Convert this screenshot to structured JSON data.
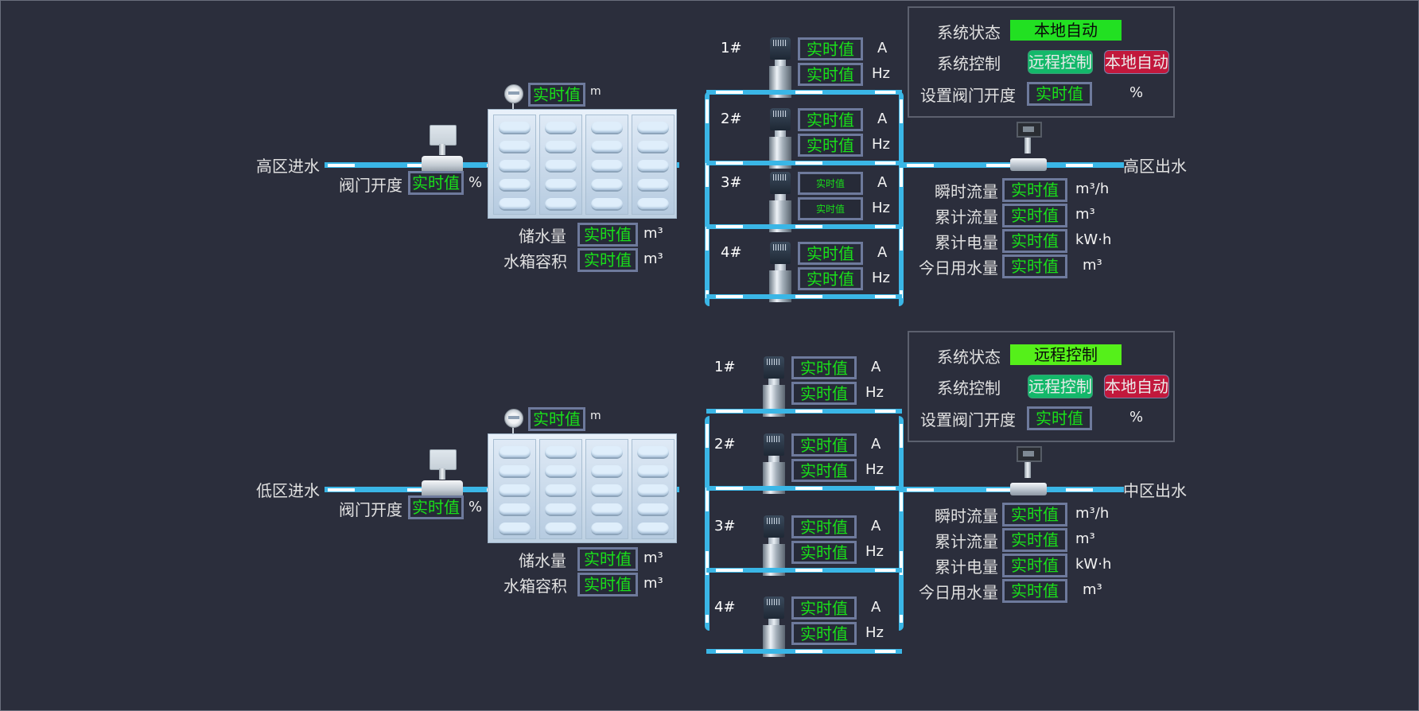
{
  "zones": [
    {
      "inlet_label": "高区进水",
      "outlet_label": "高区出水",
      "valve": {
        "label": "阀门开度",
        "value": "实时值",
        "unit": "%"
      },
      "tank": {
        "level": {
          "value": "实时值",
          "unit": "m"
        },
        "storage": {
          "label": "储水量",
          "value": "实时值",
          "unit": "m³"
        },
        "volume": {
          "label": "水箱容积",
          "value": "实时值",
          "unit": "m³"
        }
      },
      "pumps": [
        {
          "name": "1#",
          "current": "实时值",
          "current_unit": "A",
          "freq": "实时值",
          "freq_unit": "Hz"
        },
        {
          "name": "2#",
          "current": "实时值",
          "current_unit": "A",
          "freq": "实时值",
          "freq_unit": "Hz"
        },
        {
          "name": "3#",
          "current": "实时值",
          "current_unit": "A",
          "freq": "实时值",
          "freq_unit": "Hz"
        },
        {
          "name": "4#",
          "current": "实时值",
          "current_unit": "A",
          "freq": "实时值",
          "freq_unit": "Hz"
        }
      ],
      "panel": {
        "status_label": "系统状态",
        "status_value": "本地自动",
        "control_label": "系统控制",
        "remote_btn": "远程控制",
        "local_btn": "本地自动",
        "valve_set_label": "设置阀门开度",
        "valve_set_value": "实时值",
        "valve_set_unit": "%"
      },
      "meters": [
        {
          "label": "瞬时流量",
          "value": "实时值",
          "unit": "m³/h"
        },
        {
          "label": "累计流量",
          "value": "实时值",
          "unit": "m³"
        },
        {
          "label": "累计电量",
          "value": "实时值",
          "unit": "kW·h"
        },
        {
          "label": "今日用水量",
          "value": "实时值",
          "unit": "m³"
        }
      ]
    },
    {
      "inlet_label": "低区进水",
      "outlet_label": "中区出水",
      "valve": {
        "label": "阀门开度",
        "value": "实时值",
        "unit": "%"
      },
      "tank": {
        "level": {
          "value": "实时值",
          "unit": "m"
        },
        "storage": {
          "label": "储水量",
          "value": "实时值",
          "unit": "m³"
        },
        "volume": {
          "label": "水箱容积",
          "value": "实时值",
          "unit": "m³"
        }
      },
      "pumps": [
        {
          "name": "1#",
          "current": "实时值",
          "current_unit": "A",
          "freq": "实时值",
          "freq_unit": "Hz"
        },
        {
          "name": "2#",
          "current": "实时值",
          "current_unit": "A",
          "freq": "实时值",
          "freq_unit": "Hz"
        },
        {
          "name": "3#",
          "current": "实时值",
          "current_unit": "A",
          "freq": "实时值",
          "freq_unit": "Hz"
        },
        {
          "name": "4#",
          "current": "实时值",
          "current_unit": "A",
          "freq": "实时值",
          "freq_unit": "Hz"
        }
      ],
      "panel": {
        "status_label": "系统状态",
        "status_value": "远程控制",
        "control_label": "系统控制",
        "remote_btn": "远程控制",
        "local_btn": "本地自动",
        "valve_set_label": "设置阀门开度",
        "valve_set_value": "实时值",
        "valve_set_unit": "%"
      },
      "meters": [
        {
          "label": "瞬时流量",
          "value": "实时值",
          "unit": "m³/h"
        },
        {
          "label": "累计流量",
          "value": "实时值",
          "unit": "m³"
        },
        {
          "label": "累计电量",
          "value": "实时值",
          "unit": "kW·h"
        },
        {
          "label": "今日用水量",
          "value": "实时值",
          "unit": "m³"
        }
      ]
    }
  ],
  "colors": {
    "background": "#2b2e3c",
    "pipe": "#3ab6e6",
    "value_text": "#19e019",
    "value_border": "#6e7a9c",
    "status_bg": "#22e022",
    "remote_btn": "#13b86a",
    "local_btn": "#c2183c"
  }
}
